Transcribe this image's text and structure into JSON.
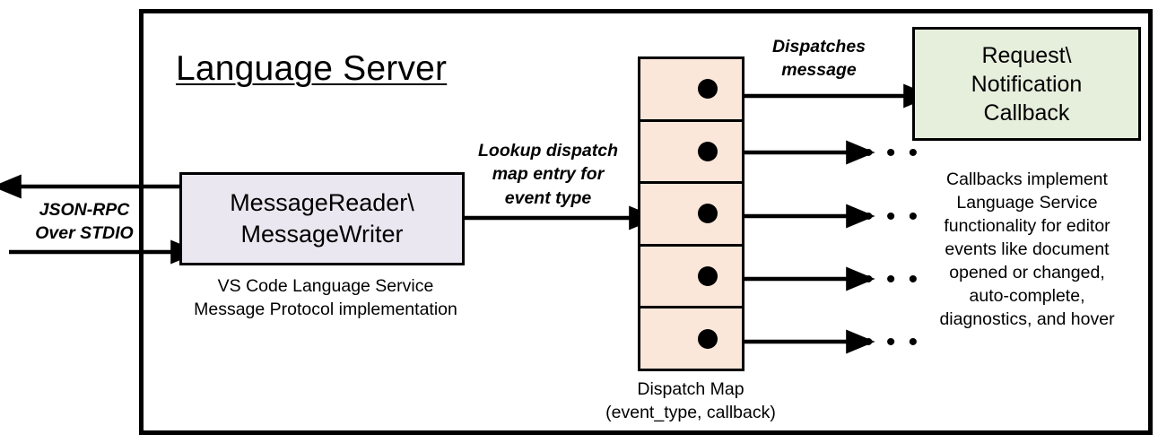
{
  "diagram": {
    "title": "Language Server",
    "container_label": "Language Server"
  },
  "external_io": {
    "label": "JSON-RPC\nOver STDIO",
    "inbound_arrow": "arrow-right-into-reader",
    "outbound_arrow": "arrow-left-out-of-reader"
  },
  "reader": {
    "box_label": "MessageReader\\\nMessageWriter",
    "caption": "VS Code Language Service\nMessage Protocol implementation",
    "fill": "#eae7f0"
  },
  "lookup": {
    "label": "Lookup dispatch\nmap entry for\nevent type"
  },
  "dispatch_map": {
    "caption": "Dispatch Map\n(event_type, callback)",
    "fill": "#fbe7da",
    "rows": [
      {
        "index": 1,
        "target": "callback-box"
      },
      {
        "index": 2,
        "target": "ellipsis"
      },
      {
        "index": 3,
        "target": "ellipsis"
      },
      {
        "index": 4,
        "target": "ellipsis"
      },
      {
        "index": 5,
        "target": "ellipsis"
      }
    ],
    "ellipsis_glyph": "• • •"
  },
  "dispatch_message": {
    "label": "Dispatches\nmessage"
  },
  "callback": {
    "box_label": "Request\\\nNotification\nCallback",
    "caption": "Callbacks implement\nLanguage Service\nfunctionality for editor\nevents like document\nopened or changed,\nauto-complete,\ndiagnostics, and hover",
    "fill": "#e6eedc"
  },
  "colors": {
    "stroke": "#000000",
    "background": "#ffffff",
    "reader_fill": "#eae7f0",
    "map_fill": "#fbe7da",
    "callback_fill": "#e6eedc"
  }
}
